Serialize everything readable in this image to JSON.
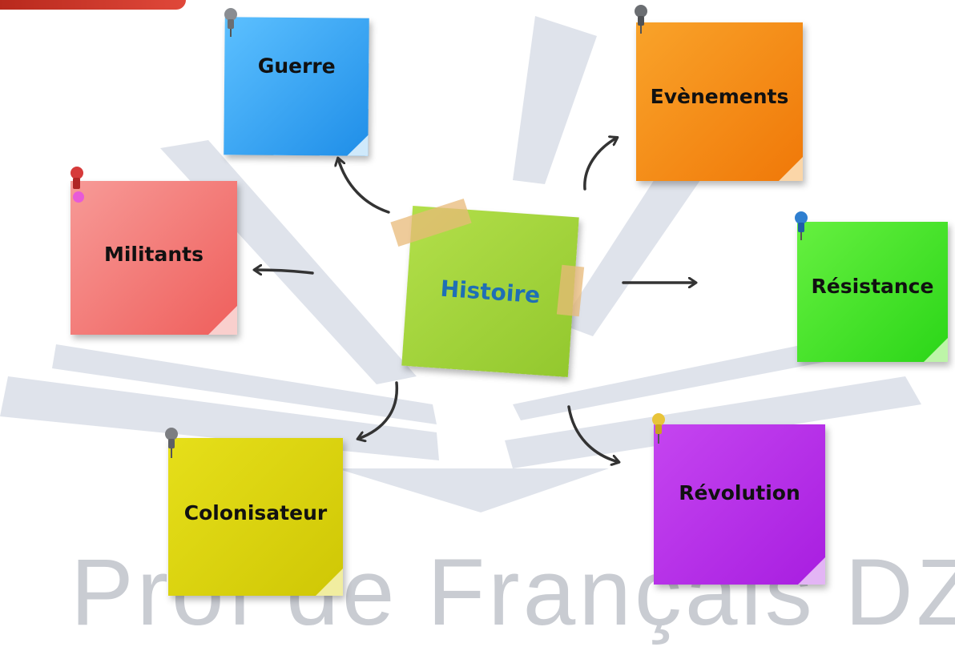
{
  "diagram": {
    "center": {
      "label": "Histoire",
      "color": "#a3d43c",
      "text_color": "#1f6fb5"
    },
    "nodes": [
      {
        "id": "guerre",
        "label": "Guerre",
        "color": "#3aa6f2",
        "pin_color": "#8a8d92"
      },
      {
        "id": "evenements",
        "label": "Evènements",
        "color": "#f58a10",
        "pin_color": "#6b6e72"
      },
      {
        "id": "militants",
        "label": "Militants",
        "color": "#f47a78",
        "pin_color": "#d63a3a"
      },
      {
        "id": "resistance",
        "label": "Résistance",
        "color": "#4be82a",
        "pin_color": "#2f7fd0"
      },
      {
        "id": "colonisateur",
        "label": "Colonisateur",
        "color": "#dcd50c",
        "pin_color": "#7c7e82"
      },
      {
        "id": "revolution",
        "label": "Révolution",
        "color": "#b92ae8",
        "pin_color": "#e8c43a"
      }
    ]
  },
  "watermark": {
    "text": "Prof de Français DZ",
    "color": "#c9ccd2"
  }
}
